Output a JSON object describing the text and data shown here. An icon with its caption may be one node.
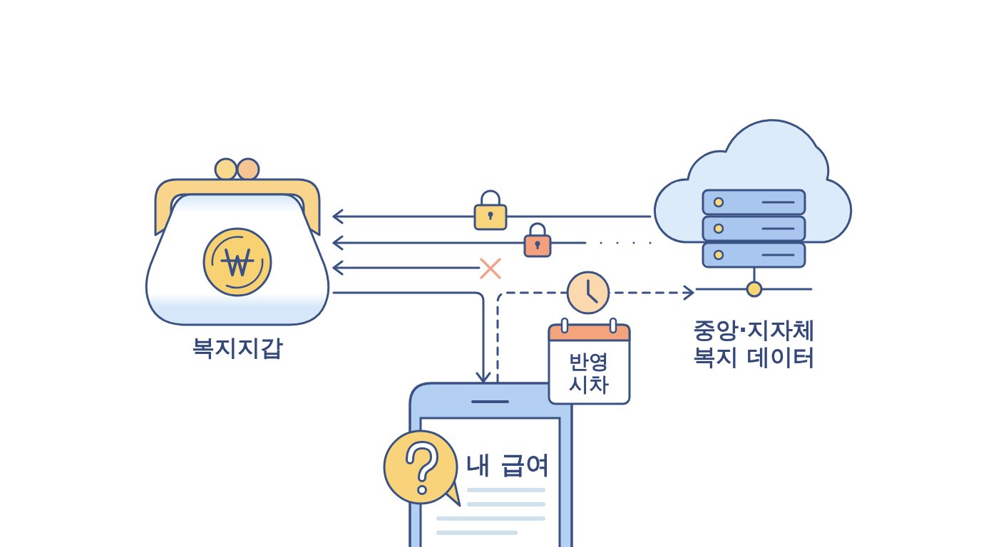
{
  "diagram": {
    "nodes": [
      {
        "text": [
          "복지지갑"
        ]
      },
      {
        "text": [
          "중앙·지자체 복지 데이터"
        ]
      },
      {
        "text": [
          "내 급여"
        ]
      },
      {
        "text": [
          "반영 시차"
        ]
      },
      {
        "text": [],
        "shape": "cross"
      }
    ],
    "edges": [
      {
        "from": 1,
        "to": 0,
        "arrow": "to"
      },
      {
        "from": 1,
        "to": 0,
        "arrow": "to",
        "style": "dashed"
      },
      {
        "from": 4,
        "to": 0,
        "arrow": "to"
      },
      {
        "from": 0,
        "to": 2,
        "arrow": "to"
      },
      {
        "from": 2,
        "to": 1,
        "arrow": "to",
        "style": "dashed"
      }
    ]
  }
}
